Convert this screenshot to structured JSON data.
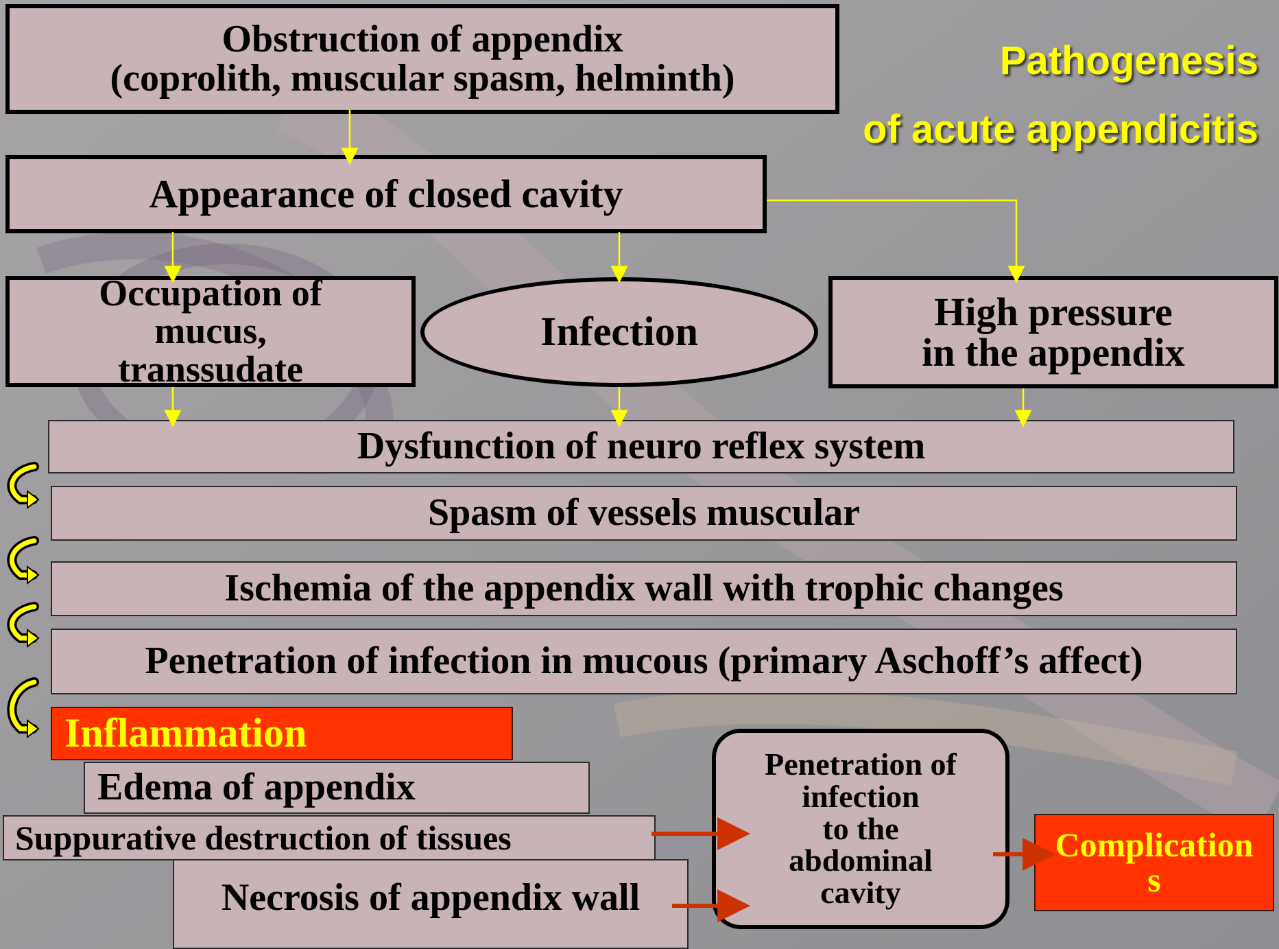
{
  "title": {
    "line1": "Pathogenesis",
    "line2": "of acute appendicitis"
  },
  "nodes": {
    "obstruction_line1": "Obstruction of appendix",
    "obstruction_line2": "(coprolith, muscular spasm, helminth)",
    "closed_cavity": "Appearance of  closed cavity",
    "occupation_line1": "Occupation of",
    "occupation_line2": "mucus,",
    "occupation_line3": "transsudate",
    "infection": "Infection",
    "pressure_line1": "High pressure",
    "pressure_line2": "in the appendix",
    "dysfunction": "Dysfunction of neuro reflex system",
    "spasm": "Spasm of  vessels muscular",
    "ischemia": "Ischemia of the appendix wall with trophic changes",
    "penetration_mucous": "Penetration of  infection in mucous (primary Aschoff’s affect)",
    "inflammation": "Inflammation",
    "edema": "Edema of appendix",
    "suppurative": "Suppurative destruction of tissues",
    "necrosis": "Necrosis of appendix wall",
    "abdominal_line1": "Penetration of",
    "abdominal_line2": "infection",
    "abdominal_line3": "to the",
    "abdominal_line4": "abdominal",
    "abdominal_line5": "cavity",
    "complications_line1": "Complication",
    "complications_line2": "s"
  },
  "colors": {
    "background": "#9a9a9c",
    "box_fill": "#c8b4b6",
    "title": "#ffff00",
    "arrow_yellow": "#ffff00",
    "arrow_red": "#cc3300",
    "highlight_red": "#ff3300"
  }
}
